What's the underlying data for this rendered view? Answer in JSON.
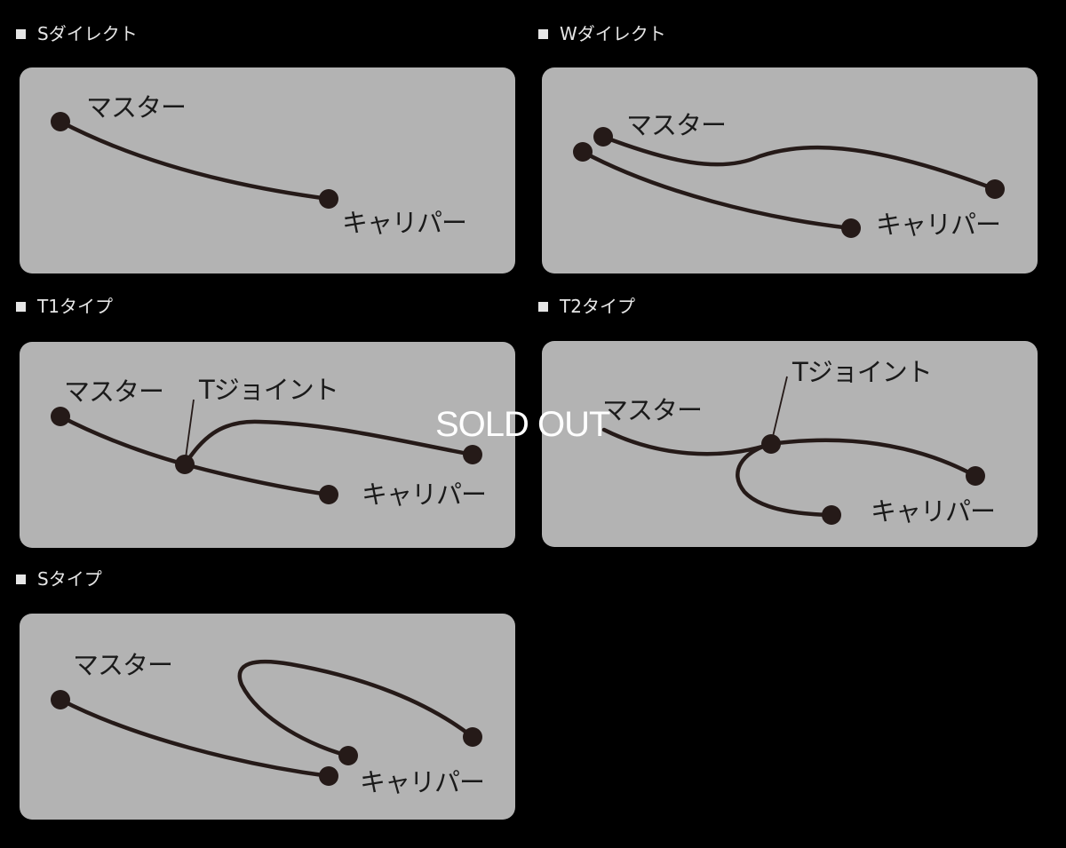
{
  "sections": [
    {
      "title": "Sダイレクト",
      "labels": {
        "master": "マスター",
        "caliper": "キャリパー"
      }
    },
    {
      "title": "Wダイレクト",
      "labels": {
        "master": "マスター",
        "caliper": "キャリパー"
      }
    },
    {
      "title": "T1タイプ",
      "labels": {
        "master": "マスター",
        "joint": "Tジョイント",
        "caliper": "キャリパー"
      }
    },
    {
      "title": "T2タイプ",
      "labels": {
        "master": "マスター",
        "joint": "Tジョイント",
        "caliper": "キャリパー"
      }
    },
    {
      "title": "Sタイプ",
      "labels": {
        "master": "マスター",
        "caliper": "キャリパー"
      }
    }
  ],
  "overlay": {
    "text": "SOLD OUT"
  },
  "colors": {
    "background": "#000000",
    "panel": "#b3b3b3",
    "hose": "#251a18",
    "title_text": "#e6e6e6",
    "overlay_text": "#ffffff"
  }
}
